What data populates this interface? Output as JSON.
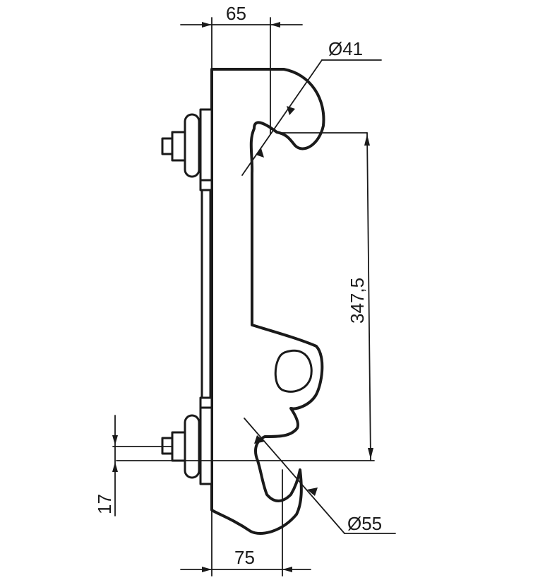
{
  "drawing": {
    "background": "#ffffff",
    "line_color": "#1a1a1a",
    "dimensions": {
      "top_width": "65",
      "bottom_width": "75",
      "top_hook_diameter": "Ø41",
      "bottom_hook_diameter": "Ø55",
      "hook_spacing": "347,5",
      "bolt_offset": "17"
    }
  }
}
